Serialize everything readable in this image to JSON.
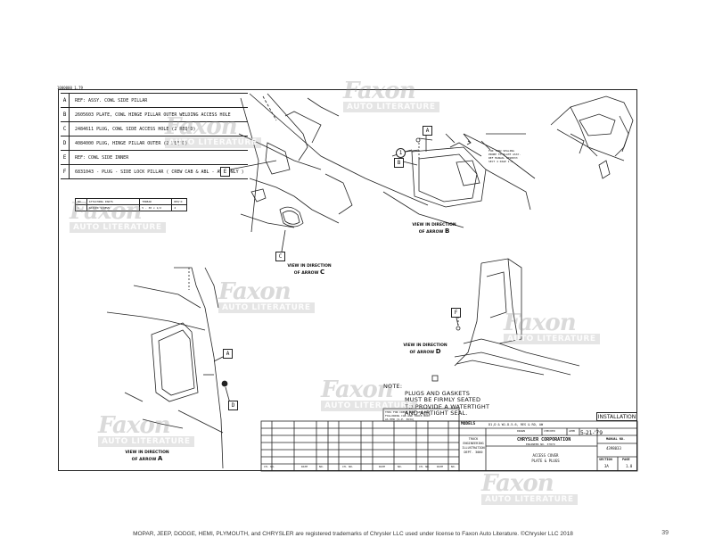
{
  "sheet_tag": "1000000 1.79",
  "parts": [
    {
      "key": "A",
      "text": "REF: ASSY. COWL SIDE PILLAR"
    },
    {
      "key": "B",
      "text": "2605603  PLATE, COWL HINGE PILLAR OUTER WELDING ACCESS HOLE"
    },
    {
      "key": "C",
      "text": "2484611  PLUG, COWL SIDE ACCESS HOLE (2 REQ'D)"
    },
    {
      "key": "D",
      "text": "4084000  PLUG, HINGE PILLAR OUTER (2 REQ'D)"
    },
    {
      "key": "E",
      "text": "REF: COWL SIDE INNER"
    },
    {
      "key": "F",
      "text": "6831043 - PLUG - SIDE LOCK PILLAR ( CREW CAB & ABL - AW1 ONLY )"
    }
  ],
  "screws_table": {
    "headers": [
      "NO",
      "ATTACHING PARTS",
      "THREAD",
      "REQ'D"
    ],
    "row": [
      "1",
      "RAISED SCREWS",
      "5 - 30 x 1/2",
      "4"
    ]
  },
  "callouts": [
    "A",
    "B",
    "C",
    "D",
    "E",
    "F"
  ],
  "views": [
    {
      "text": "VIEW IN DIRECTION OF ARROW",
      "letter": "C"
    },
    {
      "text": "VIEW IN DIRECTION OF ARROW",
      "letter": "B"
    },
    {
      "text": "VIEW IN DIRECTION OF ARROW",
      "letter": "D"
    },
    {
      "text": "VIEW IN DIRECTION OF ARROW",
      "letter": "A"
    }
  ],
  "sealing_note": "FOR THRU SEALING\nPROBE TO PLATE ASSY.\nREF MANUAL 4398033\nSECT 4 PAGE 1.5",
  "note": {
    "title": "NOTE:",
    "lines": [
      "PLUGS AND GASKETS",
      "MUST BE FIRMLY SEATED",
      "TO PROVIDE A WATERTIGHT",
      "AND AIRTIGHT SEAL."
    ]
  },
  "small_note": "THIS FOR CREWS BODY SEALING\nFOLLOWING CAB AND TRUCK BODY\nAS PER (S.P. 3634)",
  "title_block": {
    "install_label": "INSTALLATION",
    "models_label": "MODELS",
    "models_value": "D1,D & W1-D-5-6, RES & RD, AW",
    "drawn": "DRAWN",
    "checked": "CHECKED",
    "appd": "APPD",
    "date": "5-21-'79",
    "company": "CHRYSLER CORPORATION",
    "company_sub": "ENGINEER NO. 37879",
    "group": "TRUCK\nENGINEERING\nILLUSTRATION\nDEPT. 3060",
    "manual_no_label": "MANUAL NO.",
    "manual_no": "4398033",
    "part_name": "ACCESS COVER\nPLATE & PLUGS",
    "section_label": "SECTION",
    "section": "3A",
    "page_label": "PAGE",
    "page": "1.0"
  },
  "revision_footer": [
    "CH. NO.",
    "DATE",
    "NO.",
    "CH. NO.",
    "DATE",
    "NO.",
    "CH. NO.",
    "DATE",
    "NO."
  ],
  "watermark": {
    "brand": "Faxon",
    "sub": "AUTO LITERATURE"
  },
  "footer_text": "MOPAR, JEEP, DODGE, HEMI, PLYMOUTH, and CHRYSLER are registered trademarks of Chrysler LLC used under license to Faxon Auto Literature. ©Chrysler LLC 2018",
  "page_number": "39"
}
